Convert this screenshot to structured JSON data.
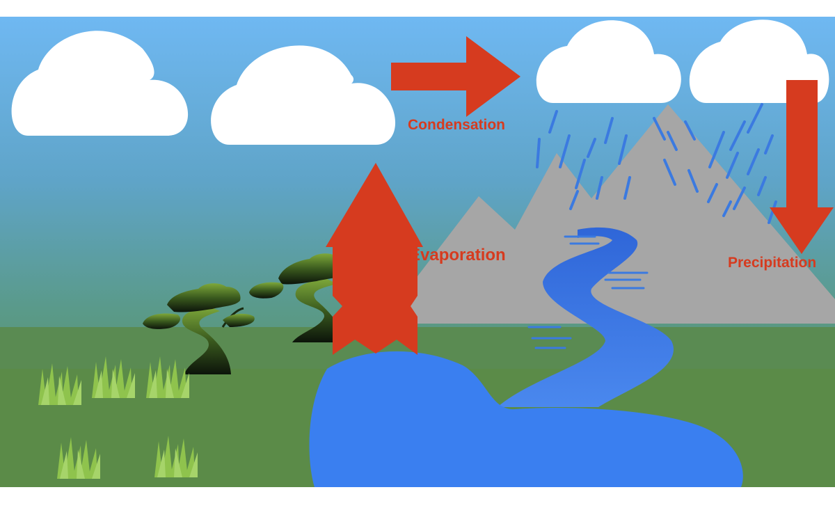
{
  "labels": {
    "condensation": "Condensation",
    "evaporation": "Evaporation",
    "precipitation": "Precipitation"
  },
  "colors": {
    "sky_top": "#6fb8f2",
    "sky_mid": "#5a9ca6",
    "ground": "#5b8b48",
    "cloud": "#ffffff",
    "arrow": "#d63b1f",
    "label": "#d63b1f",
    "mountain": "#a6a6a6",
    "water": "#3a7ff0",
    "rain": "#3b7ae0",
    "tree_canopy": "#6e9a2e",
    "tree_dark": "#101a0a",
    "grass": "#8fc34d"
  },
  "icons": [
    "cloud-icon",
    "mountain-icon",
    "tree-icon",
    "grass-icon",
    "river-icon",
    "lake-icon",
    "arrow-icon",
    "rain-icon"
  ]
}
